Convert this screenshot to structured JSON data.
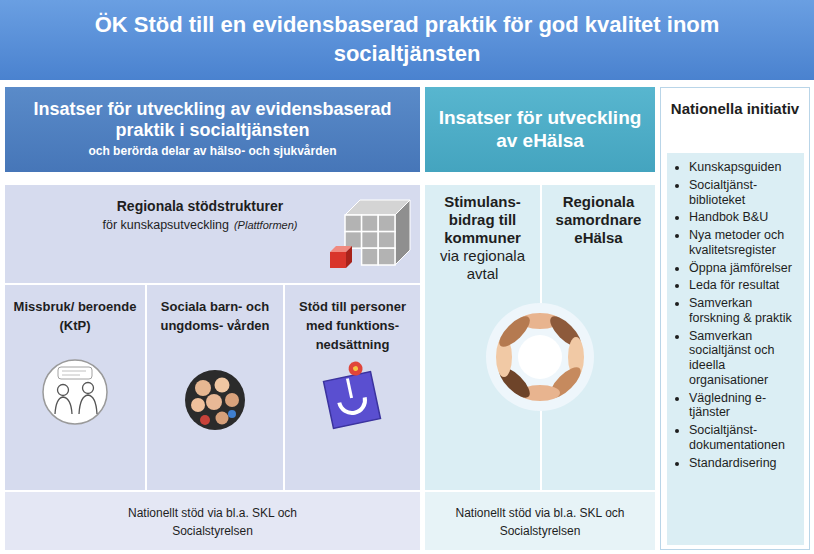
{
  "diagram": {
    "title": "ÖK Stöd till en evidensbaserad praktik för god kvalitet inom socialtjänsten",
    "nodes": [
      {
        "text": [
          "Insatser för utveckling av evidensbaserad praktik i socialtjänsten",
          "och berörda delar av hälso- och sjukvården"
        ]
      },
      {
        "text": [
          "Regionala stödstrukturer",
          "för kunskapsutveckling",
          "(Plattformen)"
        ]
      },
      {
        "text": [
          "Missbruk/ beroende (KtP)"
        ]
      },
      {
        "text": [
          "Sociala barn- och ungdoms- vården"
        ]
      },
      {
        "text": [
          "Stöd till personer med funktions- nedsättning"
        ]
      },
      {
        "text": [
          "Nationellt stöd via bl.a. SKL och Socialstyrelsen"
        ]
      },
      {
        "text": [
          "Insatser för utveckling av eHälsa"
        ]
      },
      {
        "text": [
          "Stimulans- bidrag till kommuner",
          "via regionala avtal"
        ]
      },
      {
        "text": [
          "Regionala samordnare eHälsa"
        ]
      },
      {
        "text": [
          "Nationellt stöd via bl.a. SKL och Socialstyrelsen"
        ]
      },
      {
        "text": [
          "Nationella initiativ"
        ]
      },
      {
        "text": [
          "Kunskapsguiden",
          "Socialtjänst- biblioteket",
          "Handbok B&U",
          "Nya metoder och kvalitetsregister",
          "Öppna jämförelser",
          "Leda för resultat",
          "Samverkan forskning & praktik",
          "Samverkan socialtjänst och ideella organisationer",
          "Vägledning e- tjänster",
          "Socialtjänst- dokumentationen",
          "Standardisering"
        ],
        "in": 10
      }
    ]
  }
}
